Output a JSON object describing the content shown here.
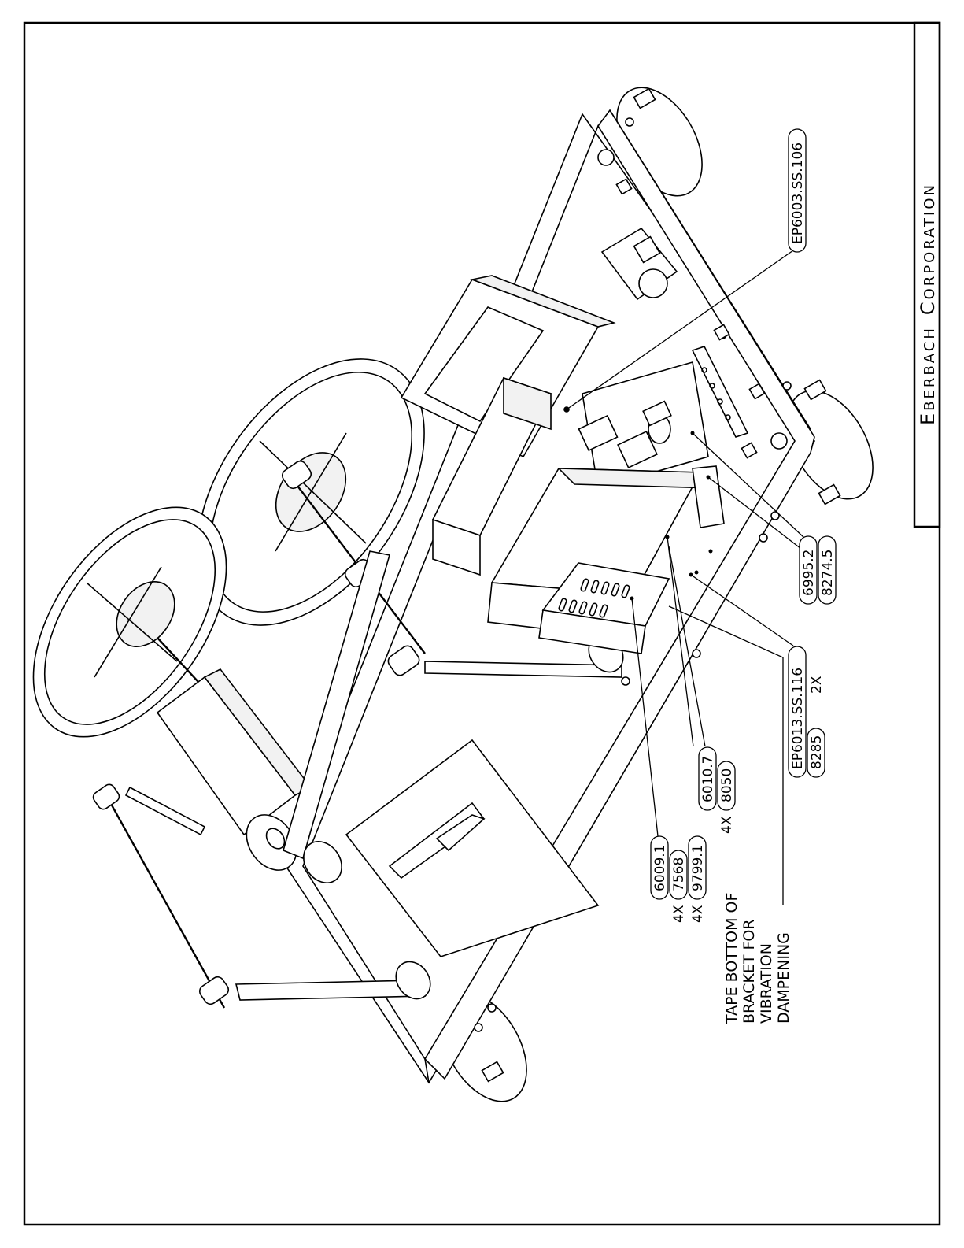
{
  "company": {
    "first_initial": "E",
    "first_rest": "BERBACH",
    "second_initial": "C",
    "second_rest": "ORPORATION"
  },
  "callouts": {
    "p1": "EP6003.SS.106",
    "p2a": "6995.2",
    "p2b": "8274.5",
    "p3a": "EP6013.SS.116",
    "p3qty": "2X",
    "p3b": "8285",
    "p4a": "6010.7",
    "p4qty": "4X",
    "p4b": "8050",
    "p5a": "6009.1",
    "p5qty1": "4X",
    "p5b": "7568",
    "p5qty2": "4X",
    "p5c": "9799.1"
  },
  "note": {
    "line1": "TAPE BOTTOM OF",
    "line2": "BRACKET FOR",
    "line3": "VIBRATION",
    "line4": "DAMPENING"
  }
}
